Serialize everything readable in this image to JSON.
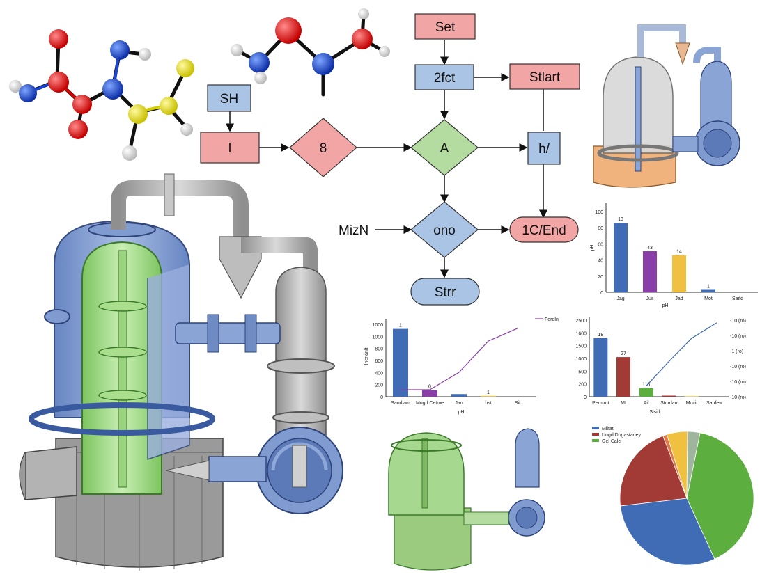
{
  "flowchart": {
    "nodes": {
      "set": "Set",
      "sh": "SH",
      "fct2": "2fct",
      "stlart": "Stlart",
      "l": "l",
      "d8": "8",
      "a": "A",
      "h": "h/",
      "miz": "MizN",
      "ono": "ono",
      "end": "1C/End",
      "str": "Strr"
    }
  },
  "colors": {
    "box_pink": "#f2a5a5",
    "box_blue": "#a9c4e4",
    "diamond_green": "#b4dca0",
    "tank_blue": "#7f9bd0",
    "tank_green": "#a6d98f",
    "bar_blue": "#3f6cb5",
    "bar_purple": "#8a3fa8",
    "bar_yellow": "#f0c040",
    "bar_red": "#a23a35",
    "bar_green": "#5cae3f"
  },
  "chart_data": [
    {
      "type": "bar",
      "categories": [
        "Jag",
        "Jus",
        "Jad",
        "Mot",
        "Saifd"
      ],
      "values": [
        86,
        51,
        46,
        3,
        0
      ],
      "data_labels": [
        "13",
        "43",
        "14",
        "1",
        ""
      ],
      "xlabel": "pH",
      "ylabel": "pH",
      "ylim": [
        0,
        100
      ],
      "yticks": [
        "0",
        "20",
        "40",
        "60",
        "80",
        "100"
      ],
      "grid": false
    },
    {
      "type": "bar",
      "categories": [
        "Sandlam",
        "Mogd Cetme",
        "Jan",
        "hst",
        "Sit"
      ],
      "values": [
        1030,
        100,
        40,
        12,
        0
      ],
      "data_labels": [
        "1",
        "0",
        "",
        "1",
        ""
      ],
      "xlabel": "pH",
      "ylabel": "Inerlanlt",
      "ylim": [
        0,
        1000
      ],
      "yticks": [
        "0",
        "200",
        "400",
        "600",
        "800",
        "1000",
        "1000"
      ],
      "line_series": {
        "name": "Feroln",
        "values": [
          120,
          120,
          420,
          960,
          1180
        ]
      },
      "grid": false
    },
    {
      "type": "bar",
      "categories": [
        "Perrcmt",
        "MI",
        "Ail",
        "Sturdan",
        "Mocit",
        "Sanfew"
      ],
      "values": [
        1700,
        1150,
        250,
        30,
        15,
        0
      ],
      "data_labels": [
        "18",
        "27",
        "118",
        "",
        "",
        ""
      ],
      "xlabel": "Sisid",
      "ylim": [
        0,
        2000
      ],
      "yticks": [
        "0",
        "200",
        "500",
        "1000",
        "1500",
        "1600",
        "2500"
      ],
      "right_ticks": [
        "-10 (ro)",
        "-10 (ro)",
        "-10 (ro)",
        "-1 (ro)",
        "-10 (ro)",
        "-10 (ro)"
      ],
      "line_series": {
        "name": "",
        "values": [
          250,
          1200,
          2100,
          2700
        ]
      },
      "grid": false
    },
    {
      "type": "pie",
      "legend": [
        "Milfat",
        "Ungd Dhgastaney",
        "Gel Calc"
      ],
      "slices": [
        {
          "value": 40,
          "color": "#5cae3f"
        },
        {
          "value": 30,
          "color": "#3f6cb5"
        },
        {
          "value": 21,
          "color": "#a23a35"
        },
        {
          "value": 1,
          "color": "#e07a4a"
        },
        {
          "value": 5,
          "color": "#f0c040"
        },
        {
          "value": 3,
          "color": "#9fb59e"
        }
      ],
      "legend_colors": [
        "#3f6cb5",
        "#a23a35",
        "#5cae3f"
      ]
    }
  ]
}
